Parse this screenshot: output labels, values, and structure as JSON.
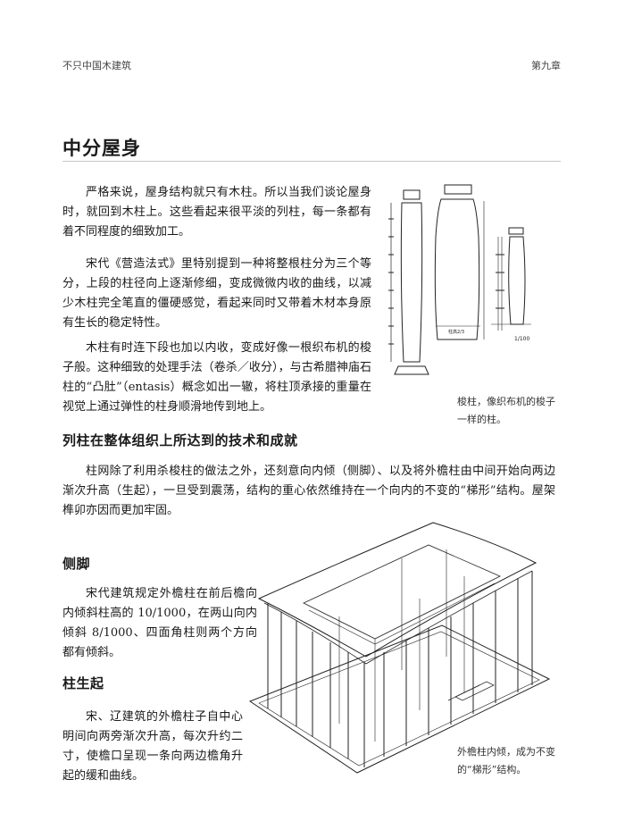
{
  "header": {
    "book_title": "不只中国木建筑",
    "chapter": "第九章"
  },
  "section_title": "中分屋身",
  "intro_paragraphs": [
    "严格来说，屋身结构就只有木柱。所以当我们谈论屋身时，就回到木柱上。这些看起来很平淡的列柱，每一条都有着不同程度的细致加工。",
    "宋代《营造法式》里特别提到一种将整根柱分为三个等分，上段的柱径向上逐渐修细，变成微微内收的曲线，以减少木柱完全笔直的僵硬感觉，看起来同时又带着木材本身原有生长的稳定特性。",
    "木柱有时连下段也加以内收，变成好像一根织布机的梭子般。这种细致的处理手法（卷杀／收分），与古希腊神庙石柱的“凸肚”（entasis）概念如出一辙，将柱顶承接的重量在视觉上通过弹性的柱身顺滑地传到地上。"
  ],
  "figure1": {
    "caption": "梭柱，像织布机的梭子一样的柱。",
    "drawing_labels": [
      "柱高2/3",
      "1/100"
    ]
  },
  "subsection": {
    "heading": "列柱在整体组织上所达到的技术和成就",
    "paragraph": "柱网除了利用杀梭柱的做法之外，还刻意向内倾（侧脚）、以及将外檐柱由中间开始向两边渐次升高（生起），一旦受到震荡，结构的重心依然维持在一个向内的不变的“梯形”结构。屋架榫卯亦因而更加牢固。"
  },
  "cejiao": {
    "heading": "侧脚",
    "paragraph": "宋代建筑规定外檐柱在前后檐向内倾斜柱高的 10/1000，在两山向内倾斜 8/1000、四面角柱则两个方向都有倾斜。"
  },
  "shengqi": {
    "heading": "柱生起",
    "paragraph": "宋、辽建筑的外檐柱子自中心明间向两旁渐次升高，每次升约二寸，使檐口呈现一条向两边檐角升起的缓和曲线。"
  },
  "figure2": {
    "caption": "外檐柱内倾，成为不变的“梯形”结构。"
  }
}
